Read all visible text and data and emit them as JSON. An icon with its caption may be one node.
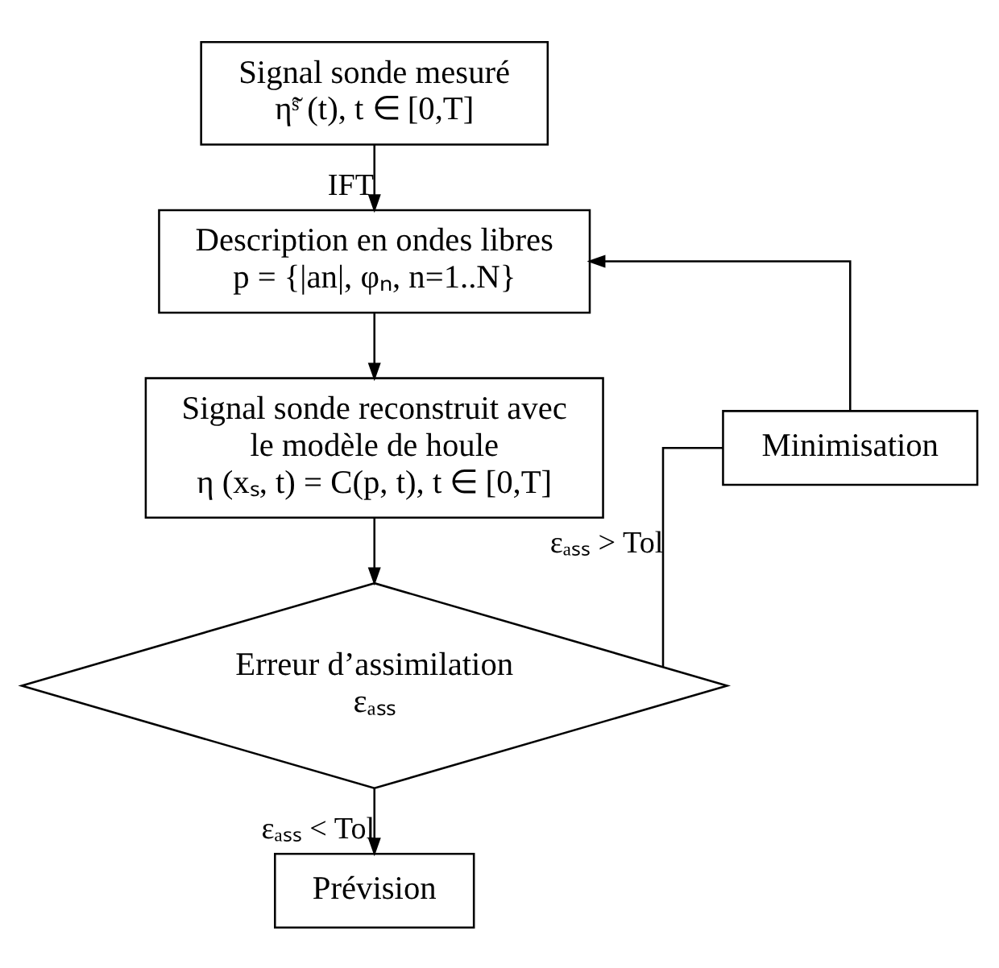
{
  "diagram": {
    "nodes": [
      {
        "text": [
          "Signal sonde mesuré",
          "η̃ˢ (t), t ∈ [0,T]"
        ]
      },
      {
        "text": [
          "Description en ondes libres",
          "p = {|an|, φₙ, n=1..N}"
        ]
      },
      {
        "text": [
          "Signal sonde reconstruit avec le modèle de houle",
          "η (xₛ, t) = C(p, t), t ∈ [0,T]"
        ]
      },
      {
        "text": [
          "Erreur d’assimilation εₐₛₛ"
        ]
      },
      {
        "text": [
          "Minimisation"
        ]
      },
      {
        "text": [
          "Prévision"
        ]
      }
    ],
    "edges": [
      {
        "from": 0,
        "to": 1,
        "arrow": "to",
        "label": "IFT"
      },
      {
        "from": 1,
        "to": 2,
        "arrow": "to"
      },
      {
        "from": 2,
        "to": 3,
        "arrow": "to"
      },
      {
        "from": 3,
        "to": 4,
        "arrow": "none",
        "label": "εₐₛₛ > Tol"
      },
      {
        "from": 4,
        "to": 1,
        "arrow": "to"
      },
      {
        "from": 3,
        "to": 5,
        "arrow": "to",
        "label": "εₐₛₛ < Tol"
      }
    ]
  }
}
